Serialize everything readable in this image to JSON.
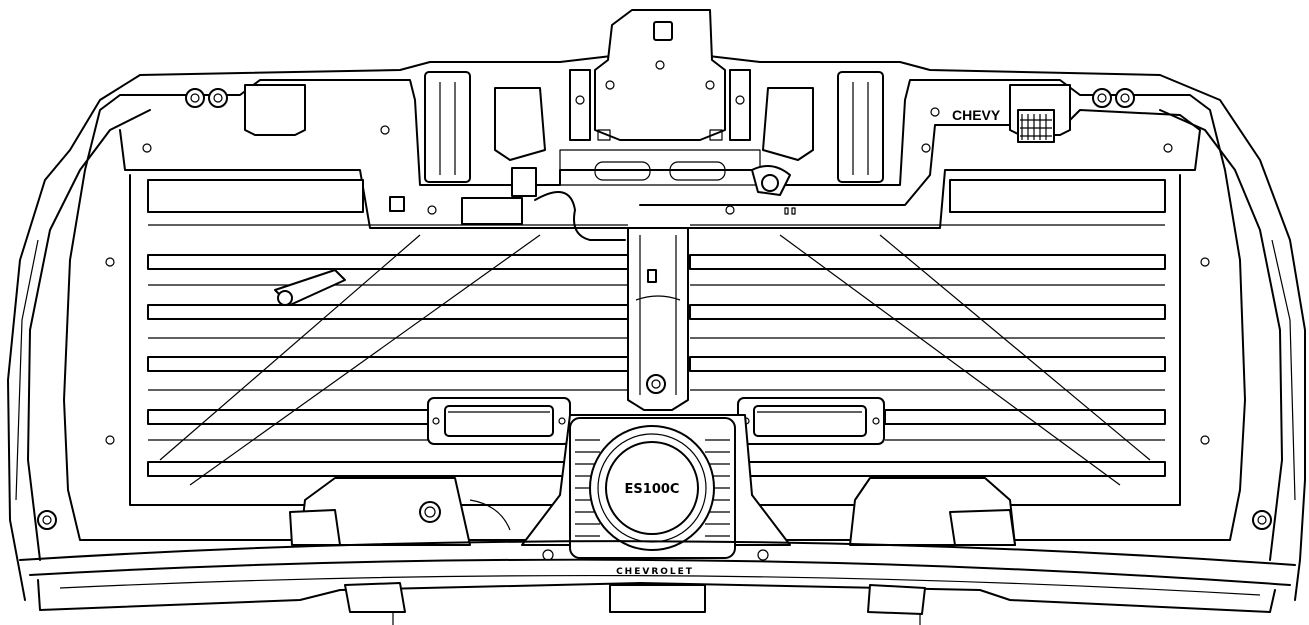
{
  "diagram": {
    "brand_label": "CHEVY",
    "sensor_badge_label": "ES100C",
    "bottom_emblem_label": "CHEVROLET",
    "colors": {
      "line": "#000000",
      "background": "#ffffff"
    }
  }
}
